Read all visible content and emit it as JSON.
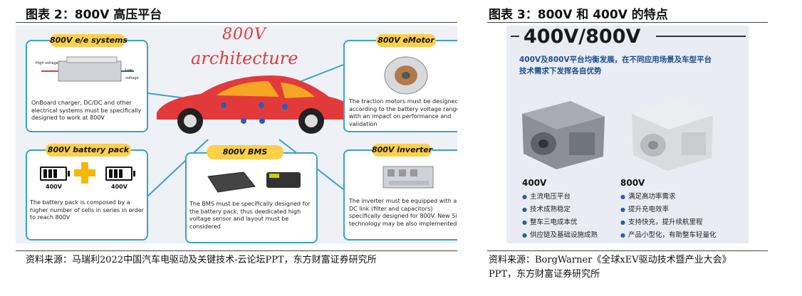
{
  "figures": {
    "fig2": {
      "title": "图表 2：800V 高压平台",
      "source": "资料来源：马瑞利2022中国汽车电驱动及关键技术-云论坛PPT，东方财富证券研究所",
      "arch_line1": "800V",
      "arch_line2": "architecture",
      "cards": {
        "ee": {
          "tag": "800V e/e systems",
          "desc": "OnBoard charger, DC/DC and other electrical systems must be specifically designed to work at 800V",
          "label_high": "High voltage",
          "label_low": "Low voltage"
        },
        "emotor": {
          "tag": "800V eMotor",
          "desc": "The traction motors must be designed according to the battery voltage range with an impact on performance and validation"
        },
        "pack": {
          "tag": "800V battery pack",
          "desc": "The battery pack is composed by a higher number of cells in series in order to reach 800V",
          "v1": "400V",
          "v2": "400V"
        },
        "bms": {
          "tag": "800V BMS",
          "desc": "The BMS must be specifically designed for the battery pack, thus deedicated high voltage sensor and layout must be considered"
        },
        "inverter": {
          "tag": "800V inverter",
          "desc": "The inverter must be equipped with a DC link (filter and capacitors) specifically designed for 800V. New SiC technology may be also implemented"
        }
      }
    },
    "fig3": {
      "title": "图表 3：800V 和 400V 的特点",
      "source_line1": "资料来源：BorgWarner《全球xEV驱动技术暨产业大会》",
      "source_line2": "PPT，东方财富证券研究所",
      "big_title": "400V/800V",
      "subtitle_line1": "400V及800V平台均衡发展，在不同应用场景及车型平台",
      "subtitle_line2": "技术需求下发挥各自优势",
      "col400": {
        "heading": "400V",
        "items": [
          "主流电压平台",
          "技术成熟稳定",
          "整车三电成本优",
          "供应链及基础设施成熟"
        ]
      },
      "col800": {
        "heading": "800V",
        "items": [
          "满足高功率需求",
          "提升充电效率",
          "支持快充，提升续航里程",
          "产品小型化，有助整车轻量化"
        ]
      }
    }
  },
  "colors": {
    "accent_blue": "#3c9fd0",
    "tag_yellow": "#fbd04a",
    "car_red": "#e23a3a",
    "subtitle_blue": "#1f4e8c"
  }
}
